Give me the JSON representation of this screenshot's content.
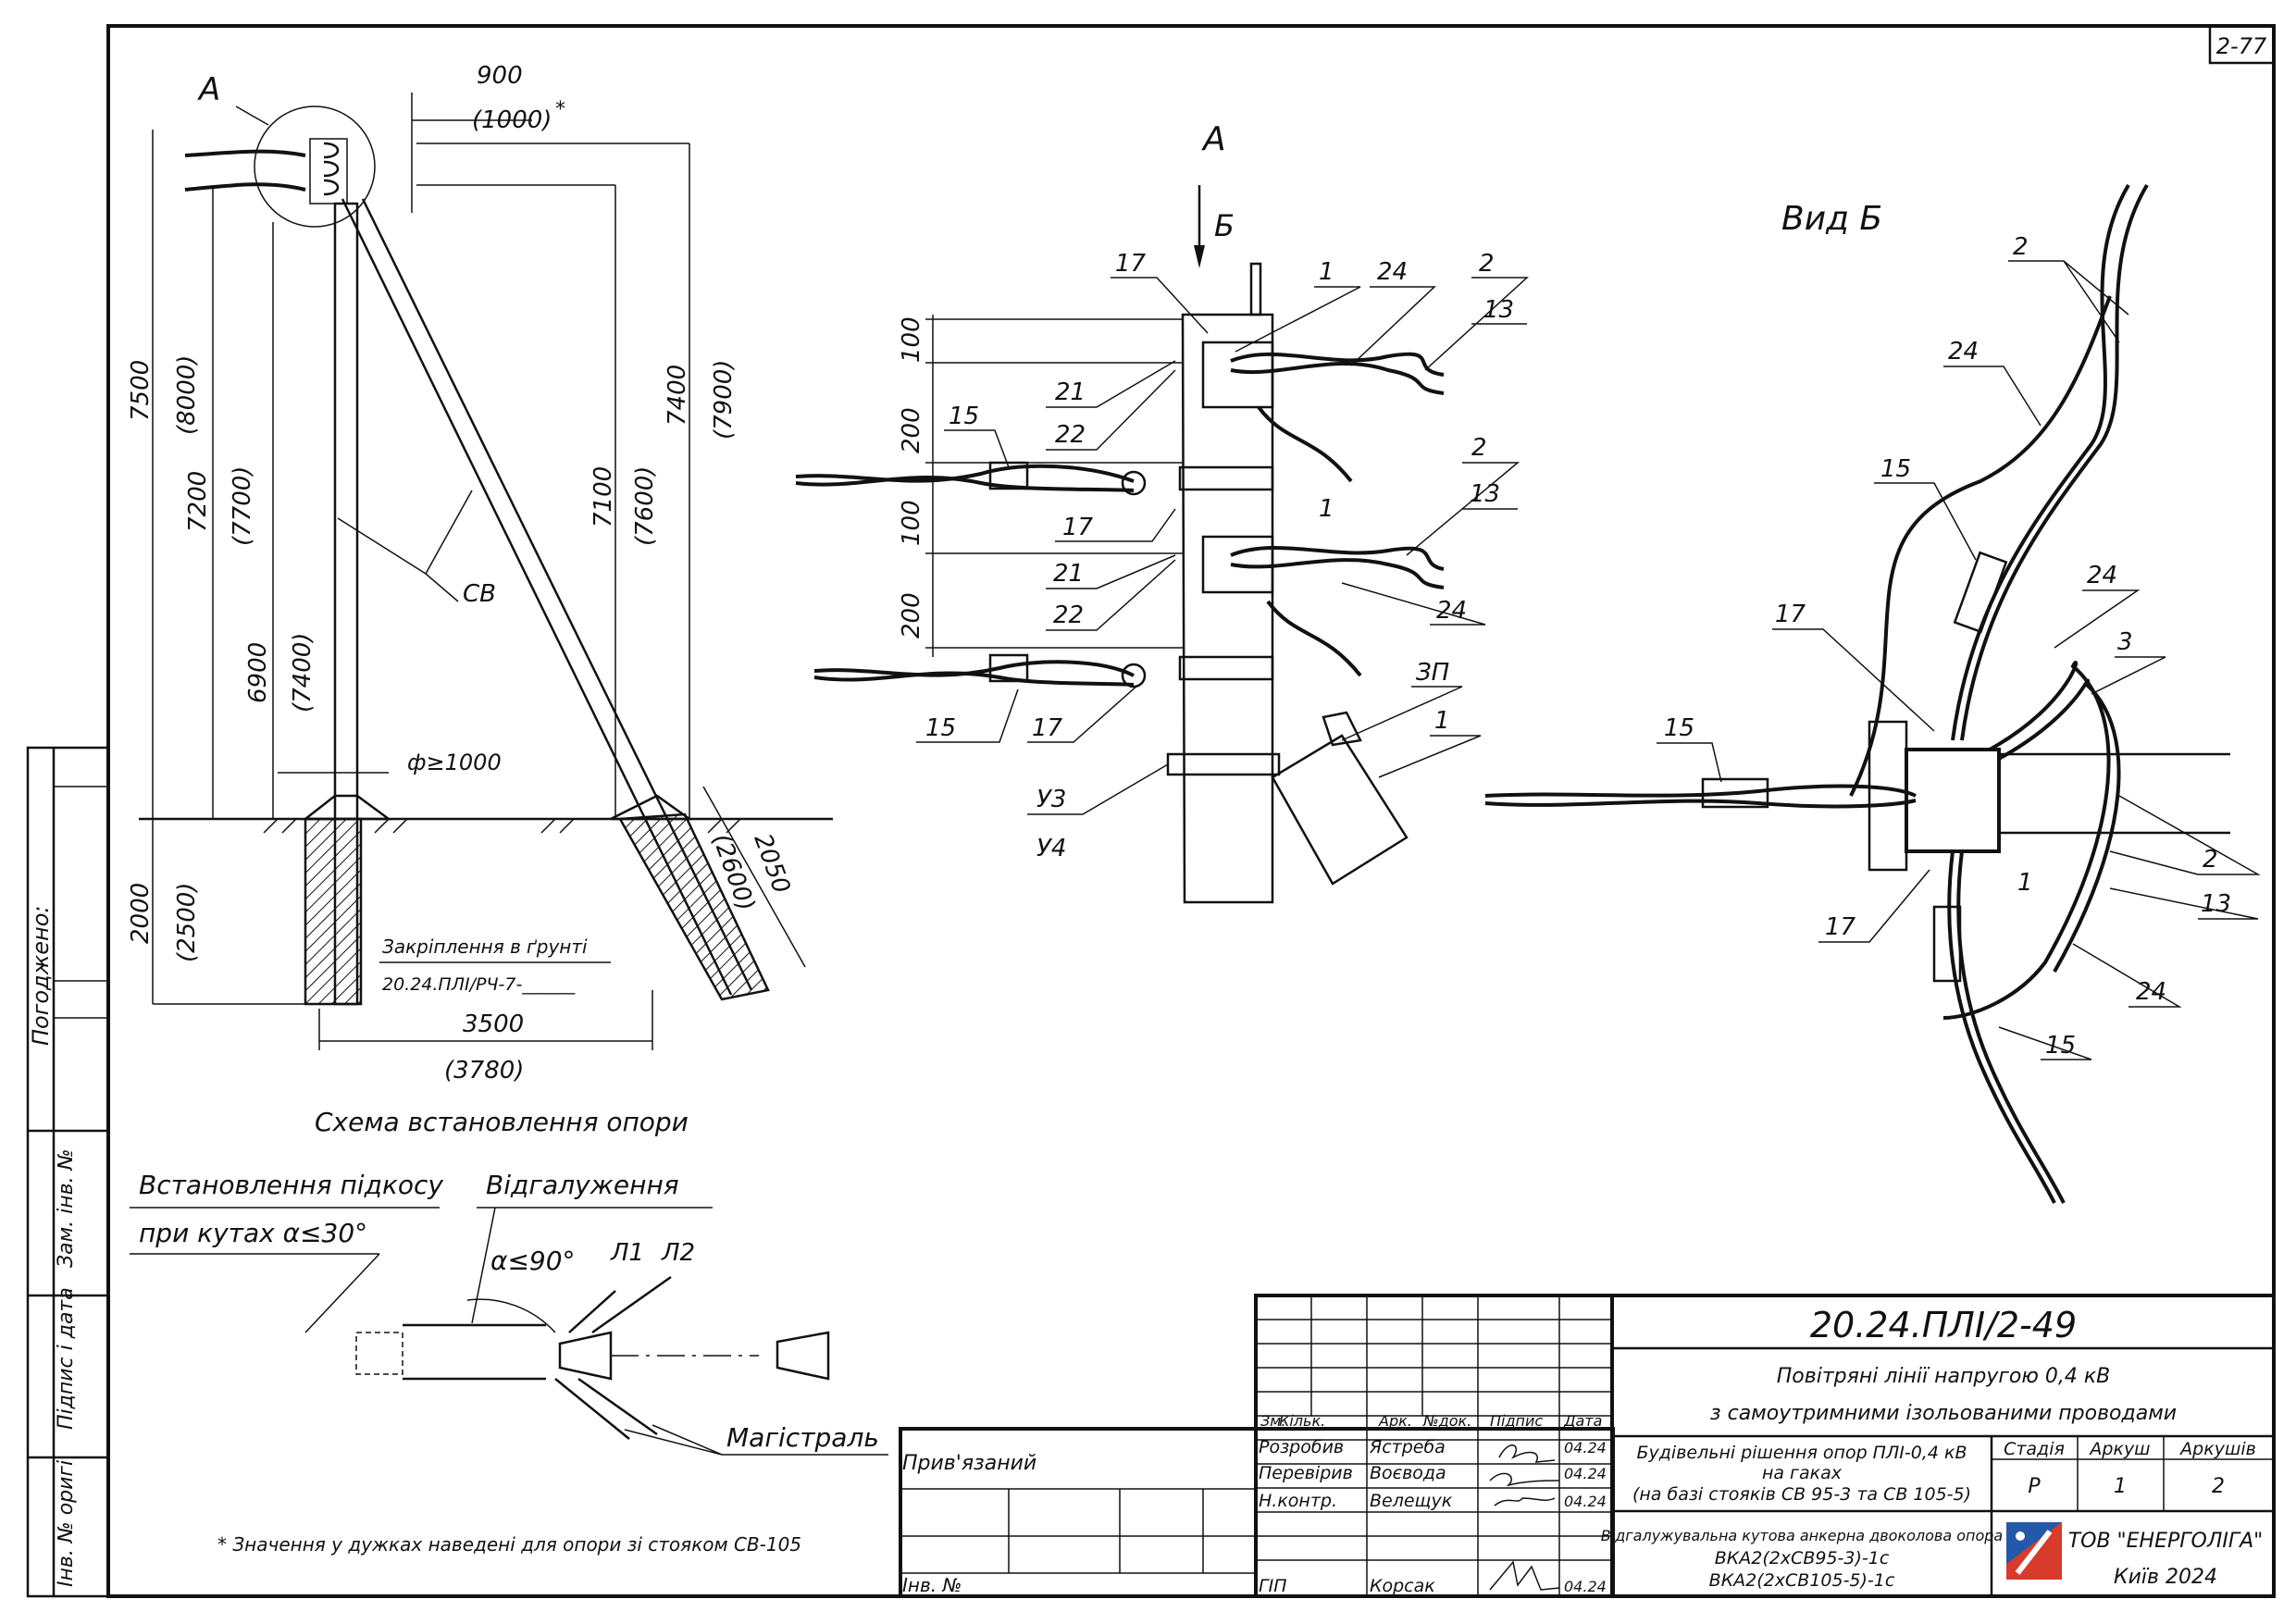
{
  "sheet_code": "2-77",
  "side_labels": {
    "agreed": "Погоджено:",
    "replaced_inv": "Зам. інв. №",
    "signature_date": "Підпис і дата",
    "orig_inv": "Інв. № оригі"
  },
  "install_scheme": {
    "caption": "Схема встановлення опори",
    "view_a": "А",
    "brace_label": "СВ",
    "ground_fixing": "Закріплення в ґрунті",
    "ground_fixing_code": "20.24.ПЛІ/РЧ-7-______",
    "dims": {
      "d900": "900",
      "d1000": "(1000)",
      "d7500": "7500",
      "d8000": "(8000)",
      "d7200": "7200",
      "d7700": "(7700)",
      "d6900": "6900",
      "d7400": "(7400)",
      "d2000": "2000",
      "d2500": "(2500)",
      "d7100": "7100",
      "d7600": "(7600)",
      "d7400b": "7400",
      "d7900": "(7900)",
      "dphi": "ф≥1000",
      "d3500": "3500",
      "d3780": "(3780)",
      "d2050": "2050",
      "d2600": "(2600)"
    },
    "star": "*"
  },
  "node_a": {
    "title": "А",
    "arrow_b": "Б",
    "dims": {
      "d100a": "100",
      "d200a": "200",
      "d100b": "100",
      "d200b": "200"
    },
    "callouts": [
      "17",
      "1",
      "24",
      "2",
      "13",
      "21",
      "22",
      "15",
      "1",
      "17",
      "2",
      "13",
      "21",
      "22",
      "24",
      "ЗП",
      "1",
      "15",
      "17",
      "У3",
      "У4"
    ]
  },
  "view_b": {
    "title": "Вид Б",
    "callouts": [
      "2",
      "24",
      "15",
      "24",
      "17",
      "3",
      "15",
      "2",
      "1",
      "13",
      "17",
      "24",
      "15"
    ]
  },
  "scheme_small": {
    "brace_title_1": "Встановлення підкосу",
    "brace_title_2": "при кутах α≤30°",
    "branch_title": "Відгалуження",
    "angle": "α≤90°",
    "l1": "Л1",
    "l2": "Л2",
    "main": "Магістраль"
  },
  "footnote": "* Значення у дужках наведені для опори зі стояком СВ-105",
  "stamp": {
    "doc_code": "20.24.ПЛІ/2-49",
    "title_1": "Повітряні лінії напругою 0,4 кВ",
    "title_2": "з самоутримними ізольованими проводами",
    "headers": [
      "Зм.",
      "Кільк.",
      "Арк.",
      "№док.",
      "Підпис",
      "Дата"
    ],
    "rows": [
      {
        "role": "Розробив",
        "name": "Ястреба",
        "date": "04.24"
      },
      {
        "role": "Перевірив",
        "name": "Воєвода",
        "date": "04.24"
      },
      {
        "role": "Н.контр.",
        "name": "Велещук",
        "date": "04.24"
      },
      {
        "role": "ГІП",
        "name": "Корсак",
        "date": "04.24"
      }
    ],
    "section_1": "Будівельні рішення опор ПЛІ-0,4 кВ",
    "section_2": "на гаках",
    "section_3": "(на базі стояків СВ 95-3 та СВ 105-5)",
    "drawing_1": "Відгалужувальна кутова анкерна двоколова опора",
    "drawing_2": "ВКА2(2хСВ95-3)-1с",
    "drawing_3": "ВКА2(2хСВ105-5)-1с",
    "stage_h": "Стадія",
    "sheet_h": "Аркуш",
    "sheets_h": "Аркушів",
    "stage": "Р",
    "sheet": "1",
    "sheets": "2",
    "company": "ТОВ \"ЕНЕРГОЛІГА\"",
    "city": "Київ 2024",
    "attached": "Прив'язаний",
    "inv": "Інв. №"
  }
}
